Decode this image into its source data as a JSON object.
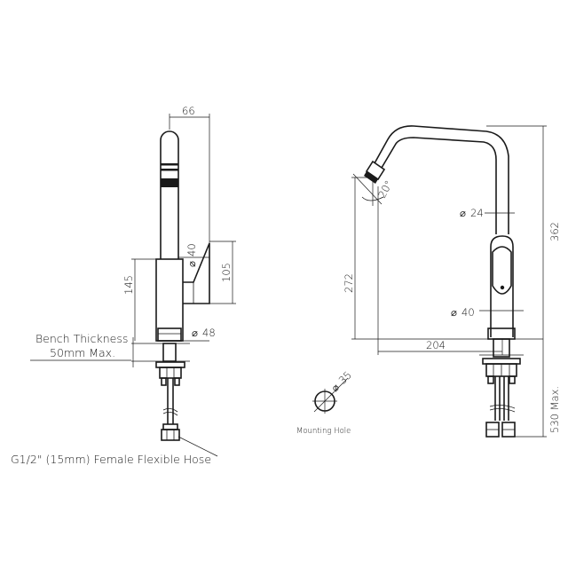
{
  "left_view": {
    "dim_width": "66",
    "dim_stem_dia": "40",
    "dim_body_height": "145",
    "dim_handle_height": "105",
    "dim_base_dia": "48",
    "bench_label_1": "Bench Thickness",
    "bench_label_2": "50mm Max.",
    "hose_label": "G1/2\" (15mm) Female Flexible Hose"
  },
  "right_view": {
    "dim_angle": "20°",
    "dim_spout_dia": "24",
    "dim_total_height": "362",
    "dim_outlet_height": "272",
    "dim_body_dia": "40",
    "dim_reach": "204",
    "dim_under_bench": "530 Max."
  },
  "mounting": {
    "dim_hole_dia": "35",
    "label": "Mounting Hole"
  },
  "symbols": {
    "diameter": "⌀"
  },
  "colors": {
    "line": "#1a1a1a",
    "background": "#ffffff"
  }
}
